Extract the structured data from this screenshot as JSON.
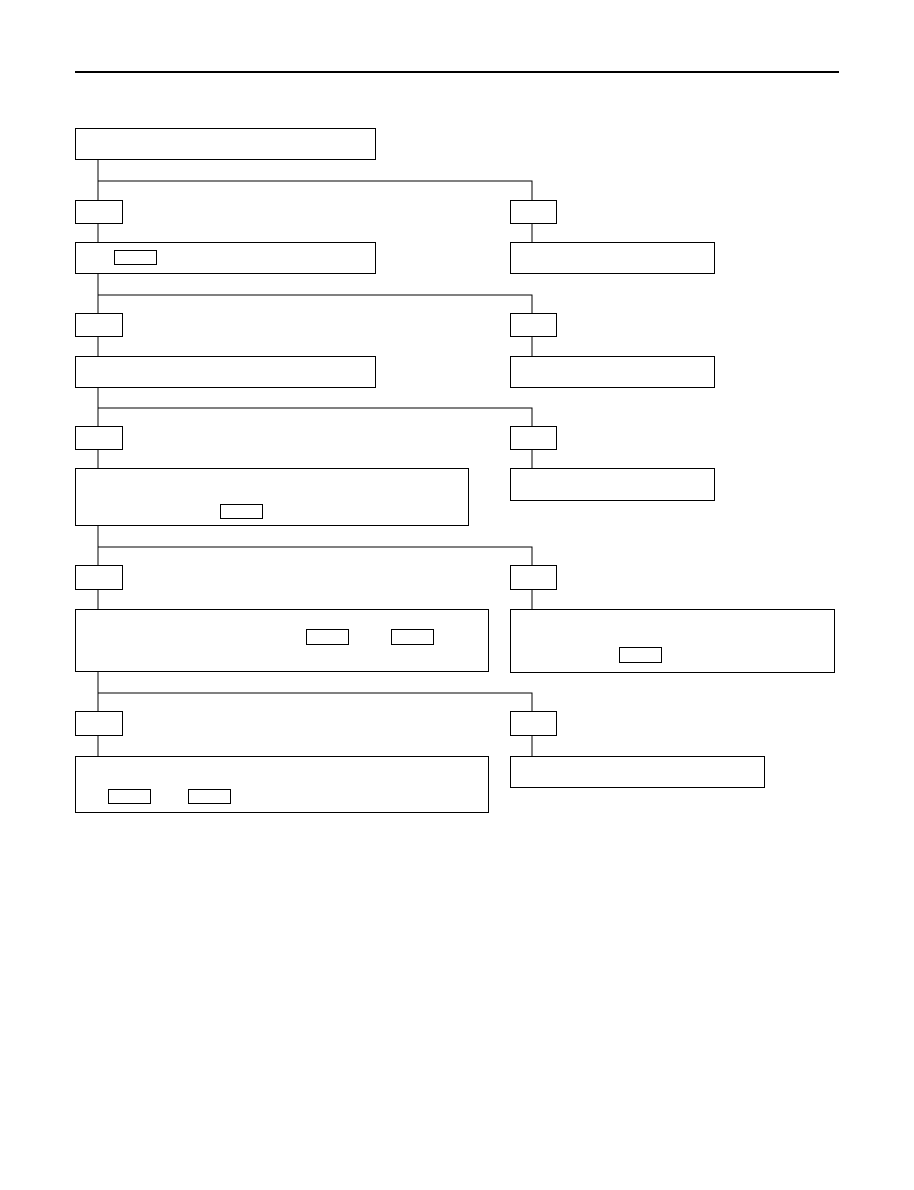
{
  "page": {
    "background": "#ffffff",
    "line_color": "#000000",
    "text": []
  },
  "flowchart": {
    "steps": 5,
    "branches_per_step": 2,
    "boxes_with_text": 0,
    "inline_reference_boxes": 7
  }
}
